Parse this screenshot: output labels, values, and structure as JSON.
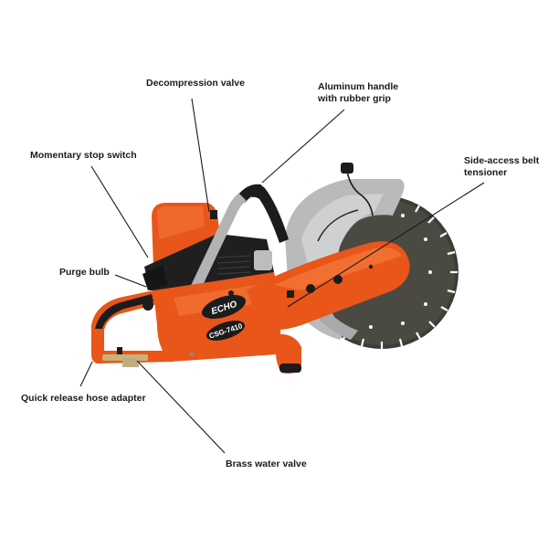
{
  "diagram": {
    "subject": "Echo power cutter (cut-off saw)",
    "branding": {
      "logo": "ECHO",
      "model": "CSG-7410",
      "colors": {
        "body_orange": "#e8561a",
        "body_orange_light": "#f47a3c",
        "dark": "#1c1c1c",
        "guard_gray": "#b9bbbd",
        "blade_dark": "#3a3a36",
        "handle_silver": "#a8a8a8",
        "brass": "#c8b27a"
      }
    },
    "labels": [
      {
        "id": "decompression-valve",
        "text": "Decompression valve"
      },
      {
        "id": "aluminum-handle",
        "line1": "Aluminum handle",
        "line2": "with rubber grip"
      },
      {
        "id": "momentary-stop-switch",
        "text": "Momentary stop switch"
      },
      {
        "id": "side-access-belt-tensioner",
        "line1": "Side-access belt",
        "line2": "tensioner"
      },
      {
        "id": "purge-bulb",
        "text": "Purge bulb"
      },
      {
        "id": "quick-release-hose-adapter",
        "text": "Quick release hose adapter"
      },
      {
        "id": "brass-water-valve",
        "text": "Brass water valve"
      }
    ]
  }
}
